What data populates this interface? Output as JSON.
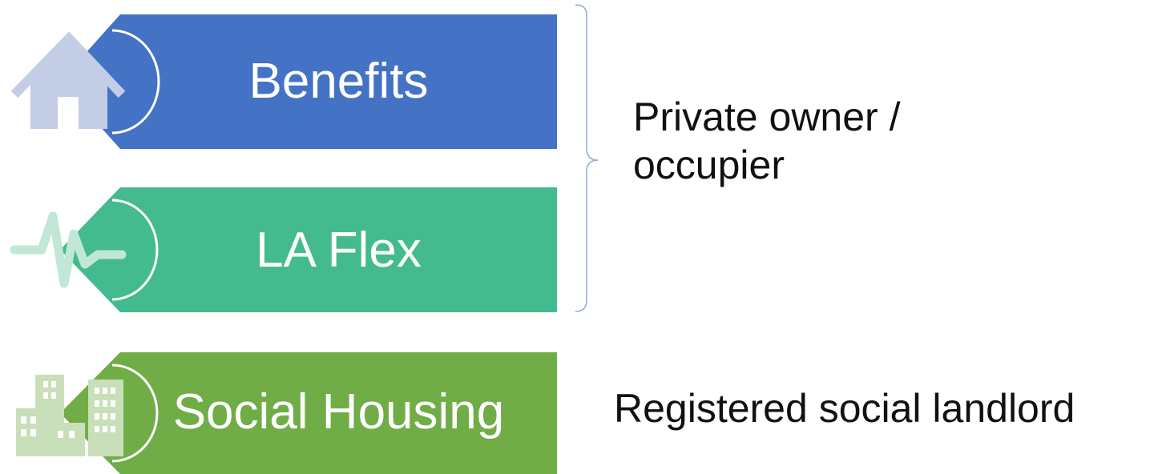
{
  "items": [
    {
      "label": "Benefits",
      "color": "#4472C4",
      "icon": "house-icon",
      "icon_color": "#C3CDE6"
    },
    {
      "label": "LA Flex",
      "color": "#44BB8F",
      "icon": "pulse-icon",
      "icon_color": "#C1E7D7"
    },
    {
      "label": "Social Housing",
      "color": "#70AD47",
      "icon": "buildings-icon",
      "icon_color": "#C9DFBA"
    }
  ],
  "groups": [
    {
      "text_line1": "Private owner /",
      "text_line2": "occupier"
    },
    {
      "text": "Registered social landlord"
    }
  ],
  "bracket_color": "#8EA9DB"
}
